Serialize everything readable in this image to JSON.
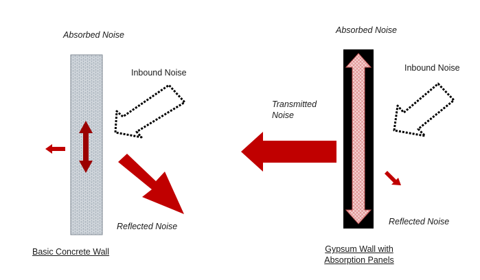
{
  "left_panel": {
    "absorbed_label": "Absorbed Noise",
    "inbound_label": "Inbound Noise",
    "reflected_label": "Reflected Noise",
    "caption": "Basic Concrete Wall"
  },
  "right_panel": {
    "absorbed_label": "Absorbed Noise",
    "inbound_label": "Inbound Noise",
    "transmitted_label_line1": "Transmitted",
    "transmitted_label_line2": "Noise",
    "reflected_label": "Reflected Noise",
    "caption_line1": "Gypsum Wall with",
    "caption_line2": "Absorption Panels"
  },
  "colors": {
    "arrow_red": "#c00000",
    "arrow_dark_red": "#9b0000",
    "concrete_fill": "#e2e6ea",
    "gypsum_wall": "#000000",
    "absorb_fill": "#f6d2d2",
    "outline_arrow": "#000000"
  }
}
